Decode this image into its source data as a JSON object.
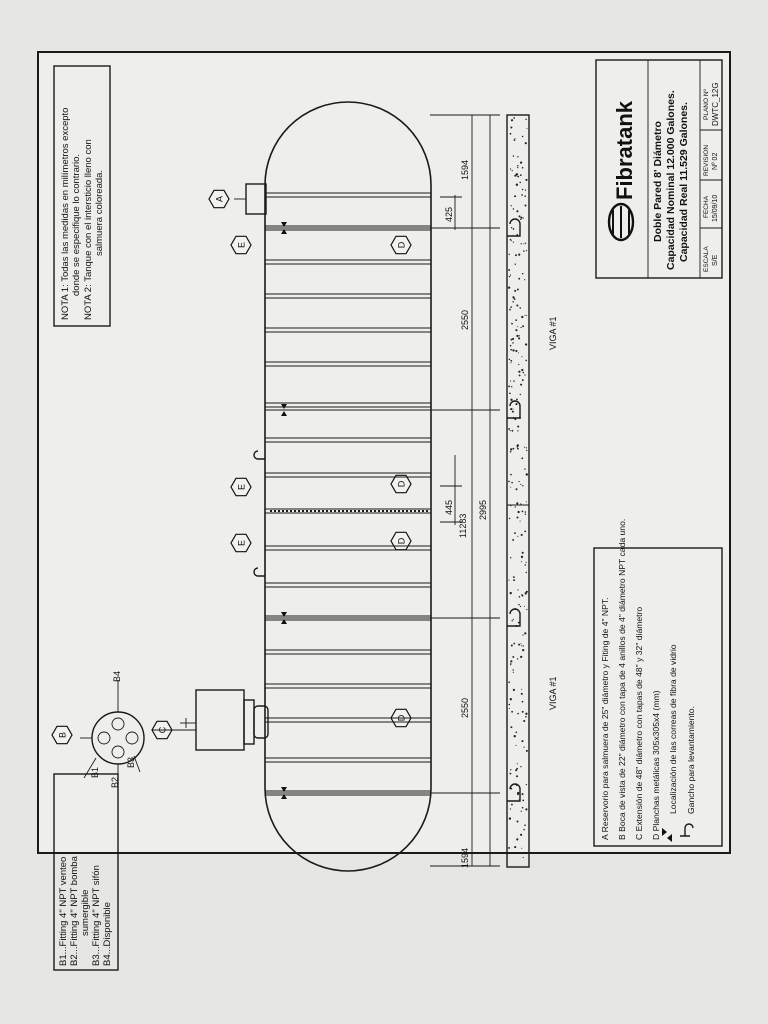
{
  "notes": {
    "nota1_line1": "NOTA 1: Todas las medidas en milímetros excepto",
    "nota1_line2": "donde  se especifique lo contrario.",
    "nota2_line1": "NOTA 2: Tanque con el intersticio lleno con",
    "nota2_line2": "salmuera coloreada."
  },
  "fittings_legend": {
    "b1": "B1...Fitting 4\" NPT venteo",
    "b2a": "B2...Fitting 4\" NPT bomba",
    "b2b": "sumergible",
    "b3": "B3...Fitting 4\" NPT sifón",
    "b4": "B4...Disponible"
  },
  "bottom_legend": {
    "a": "A  Reservorio para salmuera de 25\" diámetro y Fiting de 4\" NPT.",
    "b": "B  Boca de vista de 22\" diámetro con tapa de 4 anillos de 4\" diámetro NPT  cada uno.",
    "c": "C  Extensión de 48\" diámetro con tapas de 48\" y 32\" diámetro",
    "d": "D  Planchas metálicas 305x305x4 (mm)",
    "arrow": "Localización de las correas de fibra de vidrio",
    "hook": "Gancho para levantamiento."
  },
  "callouts": {
    "a": "A",
    "b": "B",
    "c": "C",
    "d": "D",
    "e": "E",
    "b1": "B1",
    "b2": "B2",
    "b3": "B3",
    "b4": "B4"
  },
  "dimensions": {
    "d1594": "1594",
    "d2550": "2550",
    "d11283": "11283",
    "d2995": "2995",
    "d445": "445",
    "d425": "425"
  },
  "beams": {
    "viga1": "VIGA #1"
  },
  "title_block": {
    "brand": "Fibratank",
    "line1": "Doble Pared  8' Diámetro",
    "line2": "Capacidad Nominal 12.000 Galones.",
    "line3": "Capacidad Real  11.529 Galones.",
    "escala_label": "ESCALA",
    "escala_value": "S/E",
    "fecha_label": "FECHA",
    "fecha_value": "15/09/10",
    "revision_label": "REVISION",
    "revision_value": "Nº  02",
    "plano_label": "PLANO Nº",
    "plano_value": "DWTC_12G"
  }
}
